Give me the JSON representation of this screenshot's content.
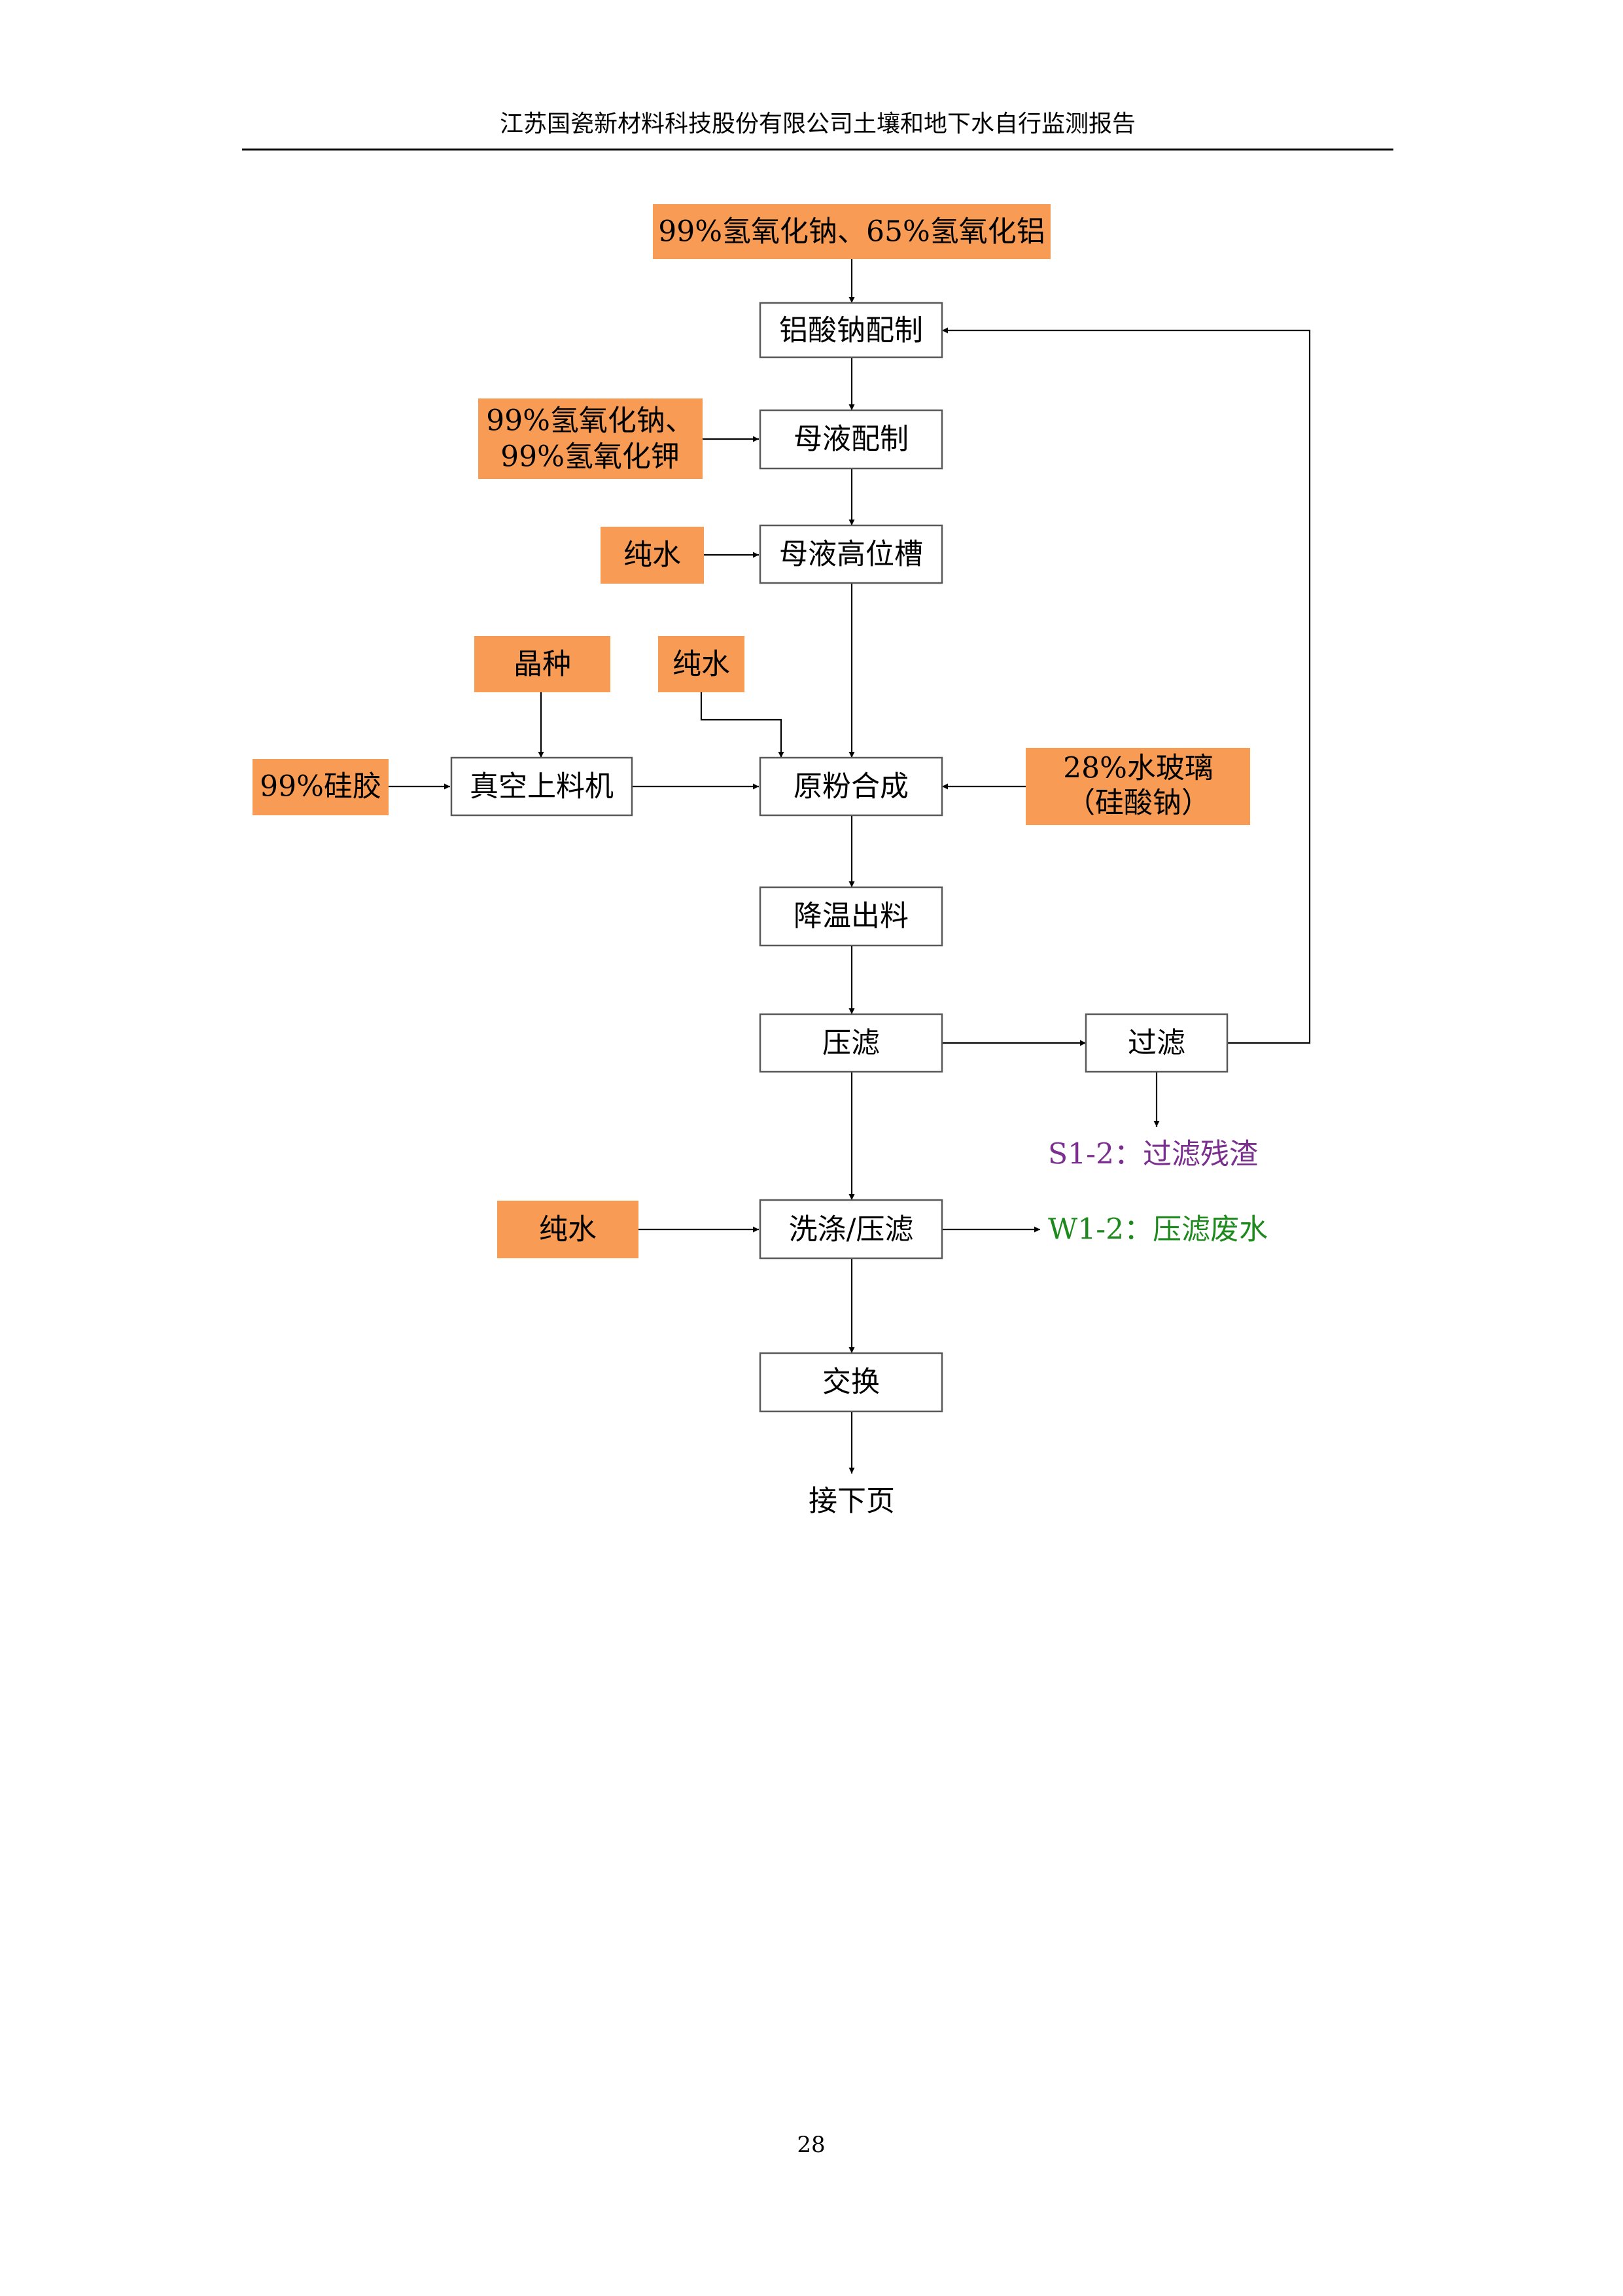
{
  "header": {
    "title": "江苏国瓷新材料科技股份有限公司土壤和地下水自行监测报告"
  },
  "diagram": {
    "inputs": {
      "top_raw": "99%氢氧化钠、65%氢氧化铝",
      "mother_raw_line1": "99%氢氧化钠、",
      "mother_raw_line2": "99%氢氧化钾",
      "pure_water_1": "纯水",
      "seed": "晶种",
      "pure_water_2": "纯水",
      "silica_gel": "99%硅胶",
      "water_glass_line1": "28%水玻璃",
      "water_glass_line2": "（硅酸钠）",
      "pure_water_3": "纯水"
    },
    "steps": {
      "sodium_aluminate": "铝酸钠配制",
      "mother_liquor": "母液配制",
      "mother_tank": "母液高位槽",
      "vacuum_loader": "真空上料机",
      "powder_synthesis": "原粉合成",
      "cooling_discharge": "降温出料",
      "press_filter": "压滤",
      "filter": "过滤",
      "wash_filter": "洗涤/压滤",
      "exchange": "交换"
    },
    "emissions": {
      "s1_2": "S1-2：过滤残渣",
      "w1_2": "W1-2：压滤废水"
    },
    "continue_label": "接下页",
    "colors": {
      "input_fill": "#f79b55",
      "solid_waste": "#7b2f8f",
      "waste_water": "#1e8a1e"
    }
  },
  "footer": {
    "page_number": "28"
  }
}
